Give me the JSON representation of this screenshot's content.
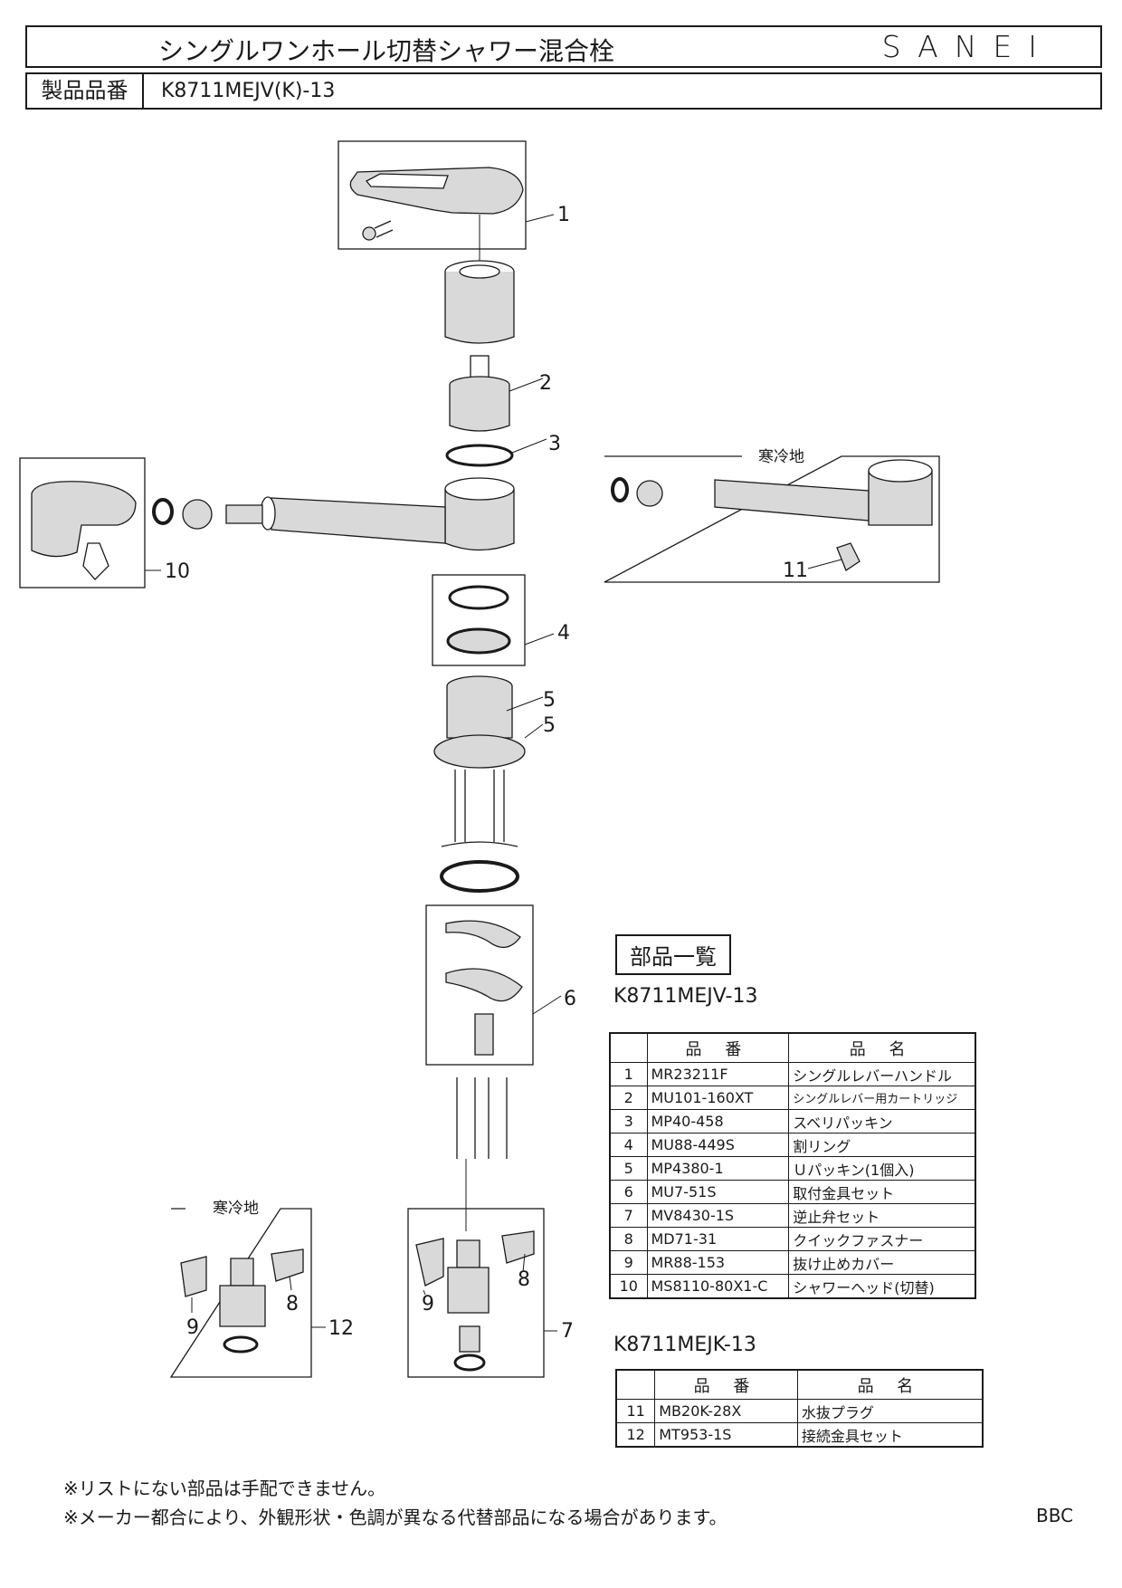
{
  "header": {
    "title": "シングルワンホール切替シャワー混合栓",
    "brand": "SANEI",
    "product_number_label": "製品品番",
    "product_number": "K8711MEJV(K)-13"
  },
  "diagram": {
    "callouts": {
      "c1": "1",
      "c2": "2",
      "c3": "3",
      "c4": "4",
      "c5a": "5",
      "c5b": "5",
      "c6": "6",
      "c7": "7",
      "c8a": "8",
      "c8b": "8",
      "c9a": "9",
      "c9b": "9",
      "c10": "10",
      "c11": "11",
      "c12": "12"
    },
    "cold_region_label": "寒冷地"
  },
  "parts_list": {
    "title": "部品一覧",
    "col_code": "品 番",
    "col_name": "品 名",
    "model_a": "K8711MEJV-13",
    "model_b": "K8711MEJK-13",
    "table_a": [
      {
        "no": "1",
        "code": "MR23211F",
        "name": "シングルレバーハンドル"
      },
      {
        "no": "2",
        "code": "MU101-160XT",
        "name": "シングルレバー用カートリッジ"
      },
      {
        "no": "3",
        "code": "MP40-458",
        "name": "スベリパッキン"
      },
      {
        "no": "4",
        "code": "MU88-449S",
        "name": "割リング"
      },
      {
        "no": "5",
        "code": "MP4380-1",
        "name": "Ｕパッキン(1個入)"
      },
      {
        "no": "6",
        "code": "MU7-51S",
        "name": "取付金具セット"
      },
      {
        "no": "7",
        "code": "MV8430-1S",
        "name": "逆止弁セット"
      },
      {
        "no": "8",
        "code": "MD71-31",
        "name": "クイックファスナー"
      },
      {
        "no": "9",
        "code": "MR88-153",
        "name": "抜け止めカバー"
      },
      {
        "no": "10",
        "code": "MS8110-80X1-C",
        "name": "シャワーヘッド(切替)"
      }
    ],
    "table_b": [
      {
        "no": "11",
        "code": "MB20K-28X",
        "name": "水抜プラグ"
      },
      {
        "no": "12",
        "code": "MT953-1S",
        "name": "接続金具セット"
      }
    ]
  },
  "notes": {
    "line1": "※リストにない部品は手配できません。",
    "line2": "※メーカー都合により、外観形状・色調が異なる代替部品になる場合があります。",
    "code": "BBC"
  },
  "colors": {
    "ink": "#1a1a1a",
    "part_shade": "#d9d9d9",
    "paper": "#ffffff"
  }
}
